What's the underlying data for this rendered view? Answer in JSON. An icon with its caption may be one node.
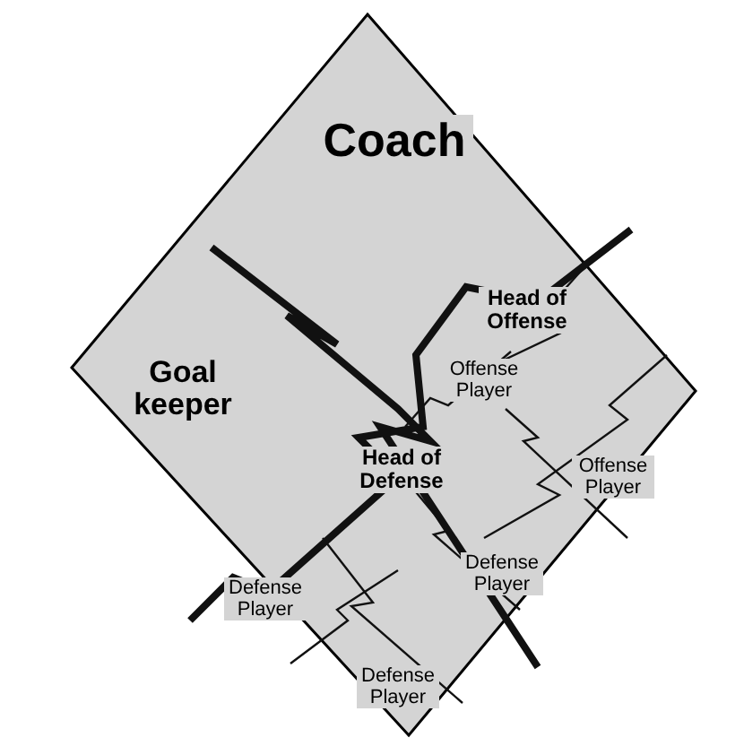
{
  "diagram": {
    "nodes": [
      {
        "text": [
          "Coach"
        ]
      },
      {
        "text": [
          "Goal keeper"
        ]
      },
      {
        "text": [
          "Head of Offense"
        ]
      },
      {
        "text": [
          "Offense Player"
        ]
      },
      {
        "text": [
          "Offense Player"
        ]
      },
      {
        "text": [
          "Head of Defense"
        ]
      },
      {
        "text": [
          "Defense Player"
        ]
      },
      {
        "text": [
          "Defense Player"
        ]
      },
      {
        "text": [
          "Defense Player"
        ]
      }
    ]
  }
}
